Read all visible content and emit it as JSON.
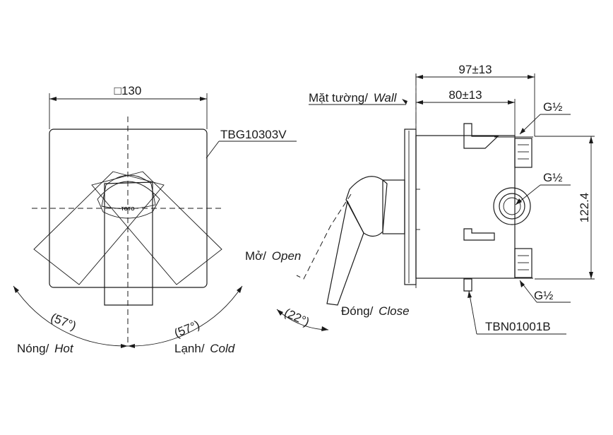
{
  "front_view": {
    "dimension_square": "□130",
    "model_plate": "TBG10303V",
    "logo_text": "TOTO",
    "angle_left": "(57°)",
    "angle_right": "(57°)",
    "label_hot_vi": "Nóng/",
    "label_hot_en": "Hot",
    "label_cold_vi": "Lạnh/",
    "label_cold_en": "Cold"
  },
  "side_view": {
    "wall_label_vi": "Mặt tường/",
    "wall_label_en": "Wall",
    "dim_overall": "97±13",
    "dim_wall": "80±13",
    "height": "122.4",
    "thread_top": "G½",
    "thread_mid": "G½",
    "thread_bottom": "G½",
    "body_model": "TBN01001B",
    "open_label_vi": "Mở/",
    "open_label_en": "Open",
    "close_label_vi": "Đóng/",
    "close_label_en": "Close",
    "handle_angle": "(22°)"
  }
}
